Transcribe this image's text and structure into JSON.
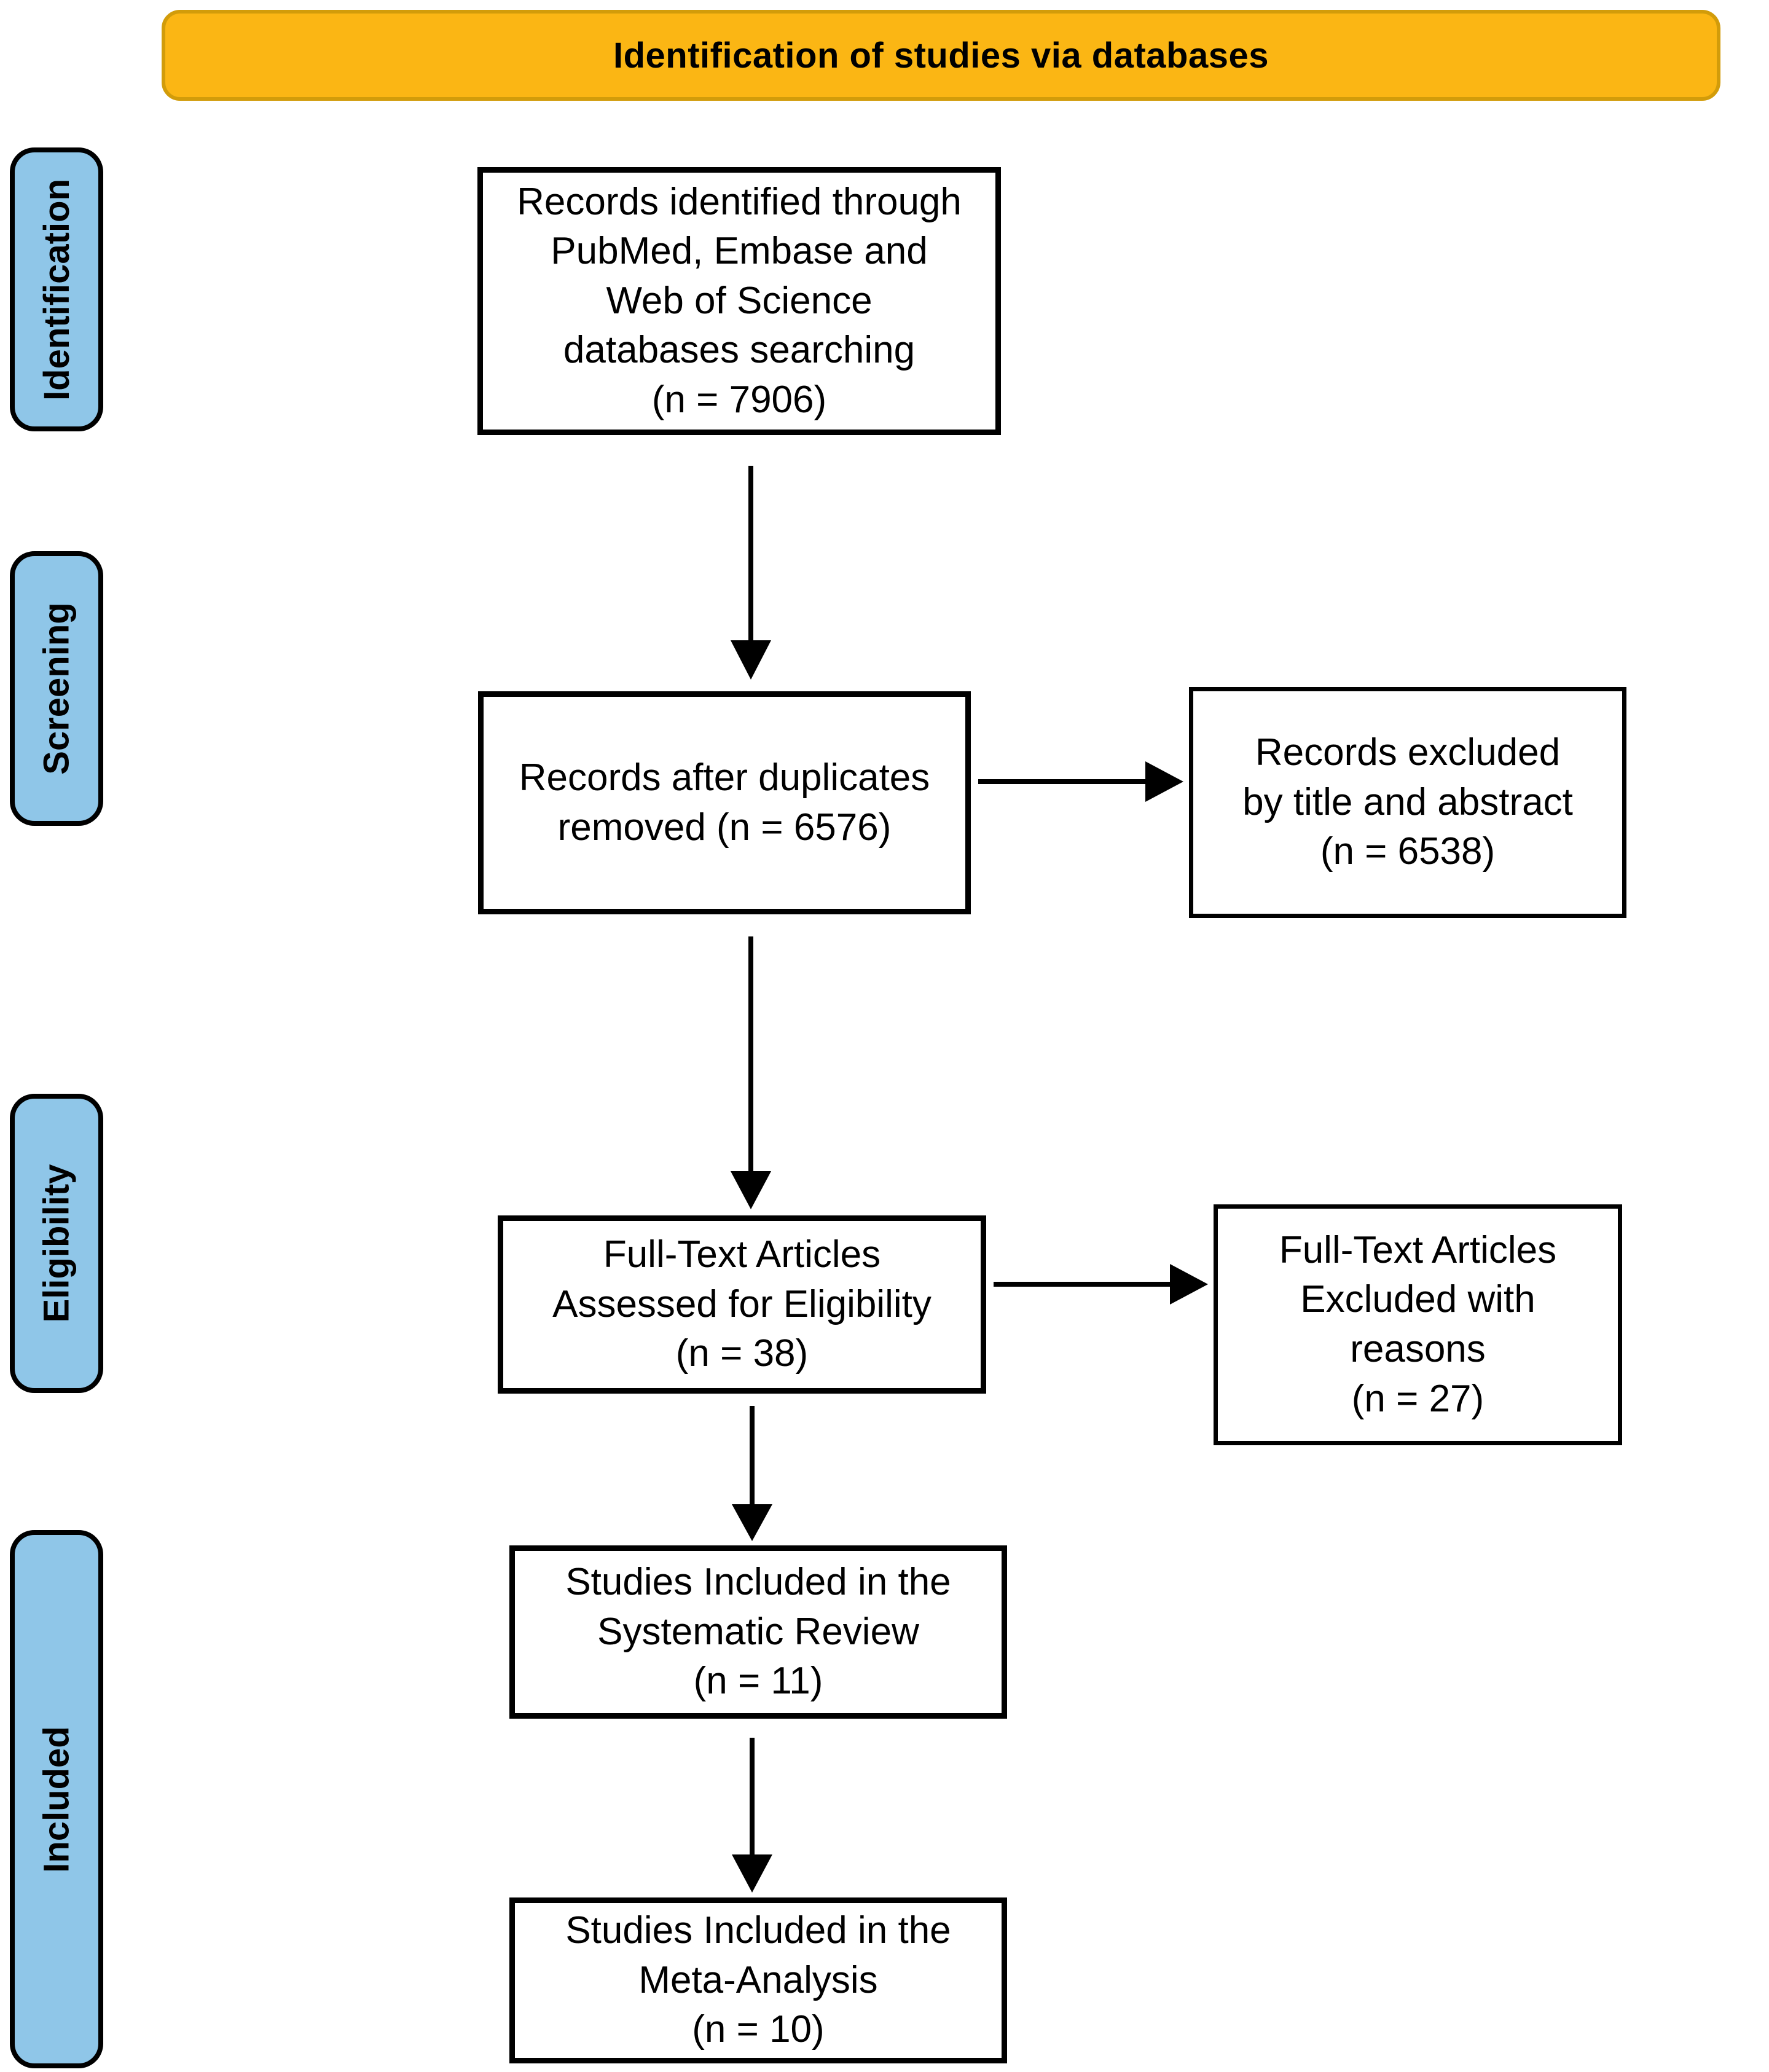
{
  "banner": {
    "title": "Identification of studies via databases"
  },
  "stages": [
    {
      "label": "Identification"
    },
    {
      "label": "Screening"
    },
    {
      "label": "Eligibility"
    },
    {
      "label": "Included"
    }
  ],
  "flow": {
    "identified": {
      "text": "Records identified through\nPubMed, Embase and\nWeb of Science\ndatabases searching\n(n = 7906)",
      "n": 7906
    },
    "deduplicated": {
      "text": "Records after duplicates\nremoved (n = 6576)",
      "n": 6576
    },
    "excluded_title_abstract": {
      "text": "Records excluded\nby title and abstract\n(n = 6538)",
      "n": 6538
    },
    "fulltext_assessed": {
      "text": "Full-Text Articles\nAssessed for Eligibility\n(n = 38)",
      "n": 38
    },
    "fulltext_excluded": {
      "text": "Full-Text Articles\nExcluded with\nreasons\n(n = 27)",
      "n": 27
    },
    "systematic_review": {
      "text": "Studies Included in the\nSystematic Review\n(n = 11)",
      "n": 11
    },
    "meta_analysis": {
      "text": "Studies Included in the\nMeta-Analysis\n(n = 10)",
      "n": 10
    }
  },
  "colors": {
    "banner_fill": "#FBB614",
    "banner_border": "#D29C0A",
    "stage_fill": "#8FC6E8",
    "stage_border": "#000000",
    "box_fill": "#FFFFFF",
    "box_border": "#000000",
    "arrow": "#000000",
    "text": "#000000"
  }
}
